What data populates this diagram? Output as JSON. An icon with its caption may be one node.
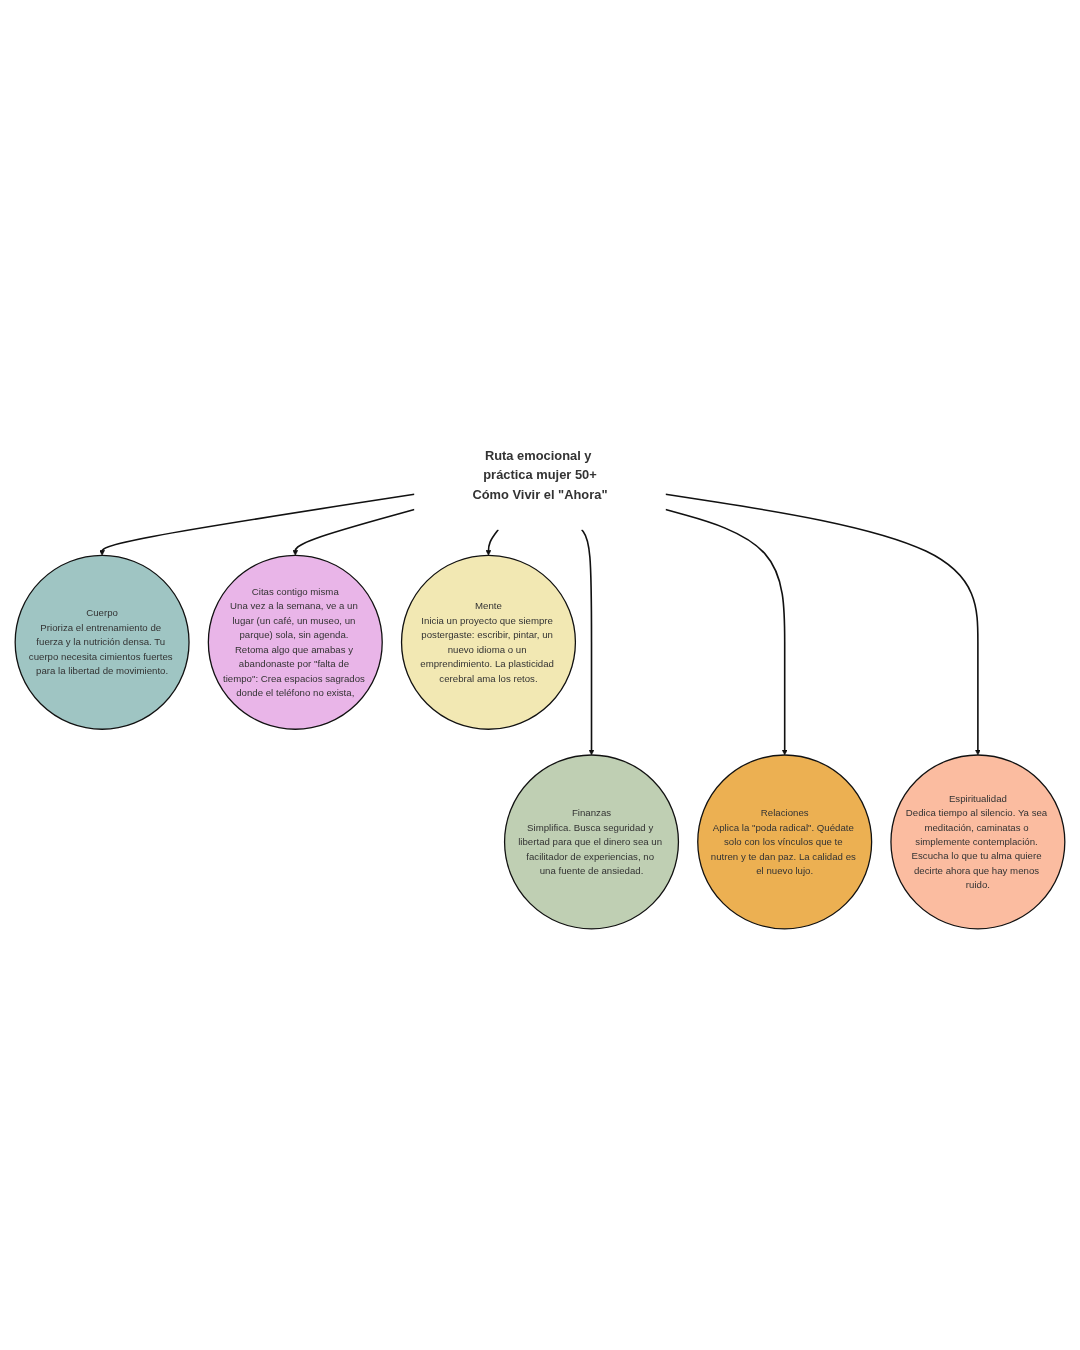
{
  "diagram": {
    "nodes": [
      {
        "text": [
          "Ruta emocional y práctica mujer 50+",
          "Cómo Vivir el \"Ahora\""
        ]
      },
      {
        "text": [
          "Cuerpo",
          "Prioriza el entrenamiento de fuerza y la nutrición densa. Tu cuerpo necesita cimientos fuertes para la libertad de movimiento."
        ]
      },
      {
        "text": [
          "Citas contigo misma",
          "Una vez a la semana, ve a un lugar (un café, un museo, un parque) sola, sin agenda. Retoma algo que amabas y abandonaste por \"falta de tiempo\": Crea espacios sagrados donde el teléfono no exista,"
        ]
      },
      {
        "text": [
          "Mente",
          "Inicia un proyecto que siempre postergaste: escribir, pintar, un nuevo idioma o un emprendimiento. La plasticidad cerebral ama los retos."
        ]
      },
      {
        "text": [
          "Finanzas",
          "Simplifica. Busca seguridad y libertad para que el dinero sea un facilitador de experiencias, no una fuente de ansiedad."
        ]
      },
      {
        "text": [
          "Relaciones",
          "Aplica la \"poda radical\". Quédate solo con los vínculos que te nutren y te dan paz. La calidad es el nuevo lujo."
        ]
      },
      {
        "text": [
          "Espiritualidad",
          "Dedica tiempo al silencio. Ya sea meditación, caminatas o simplemente contemplación. Escucha lo que tu alma quiere decirte ahora que hay menos ruido."
        ]
      }
    ],
    "edges": [
      {
        "from": 0,
        "to": 1,
        "arrow": "to"
      },
      {
        "from": 0,
        "to": 2,
        "arrow": "to"
      },
      {
        "from": 0,
        "to": 3,
        "arrow": "to"
      },
      {
        "from": 0,
        "to": 4,
        "arrow": "to"
      },
      {
        "from": 0,
        "to": 5,
        "arrow": "to"
      },
      {
        "from": 0,
        "to": 6,
        "arrow": "to"
      }
    ]
  }
}
